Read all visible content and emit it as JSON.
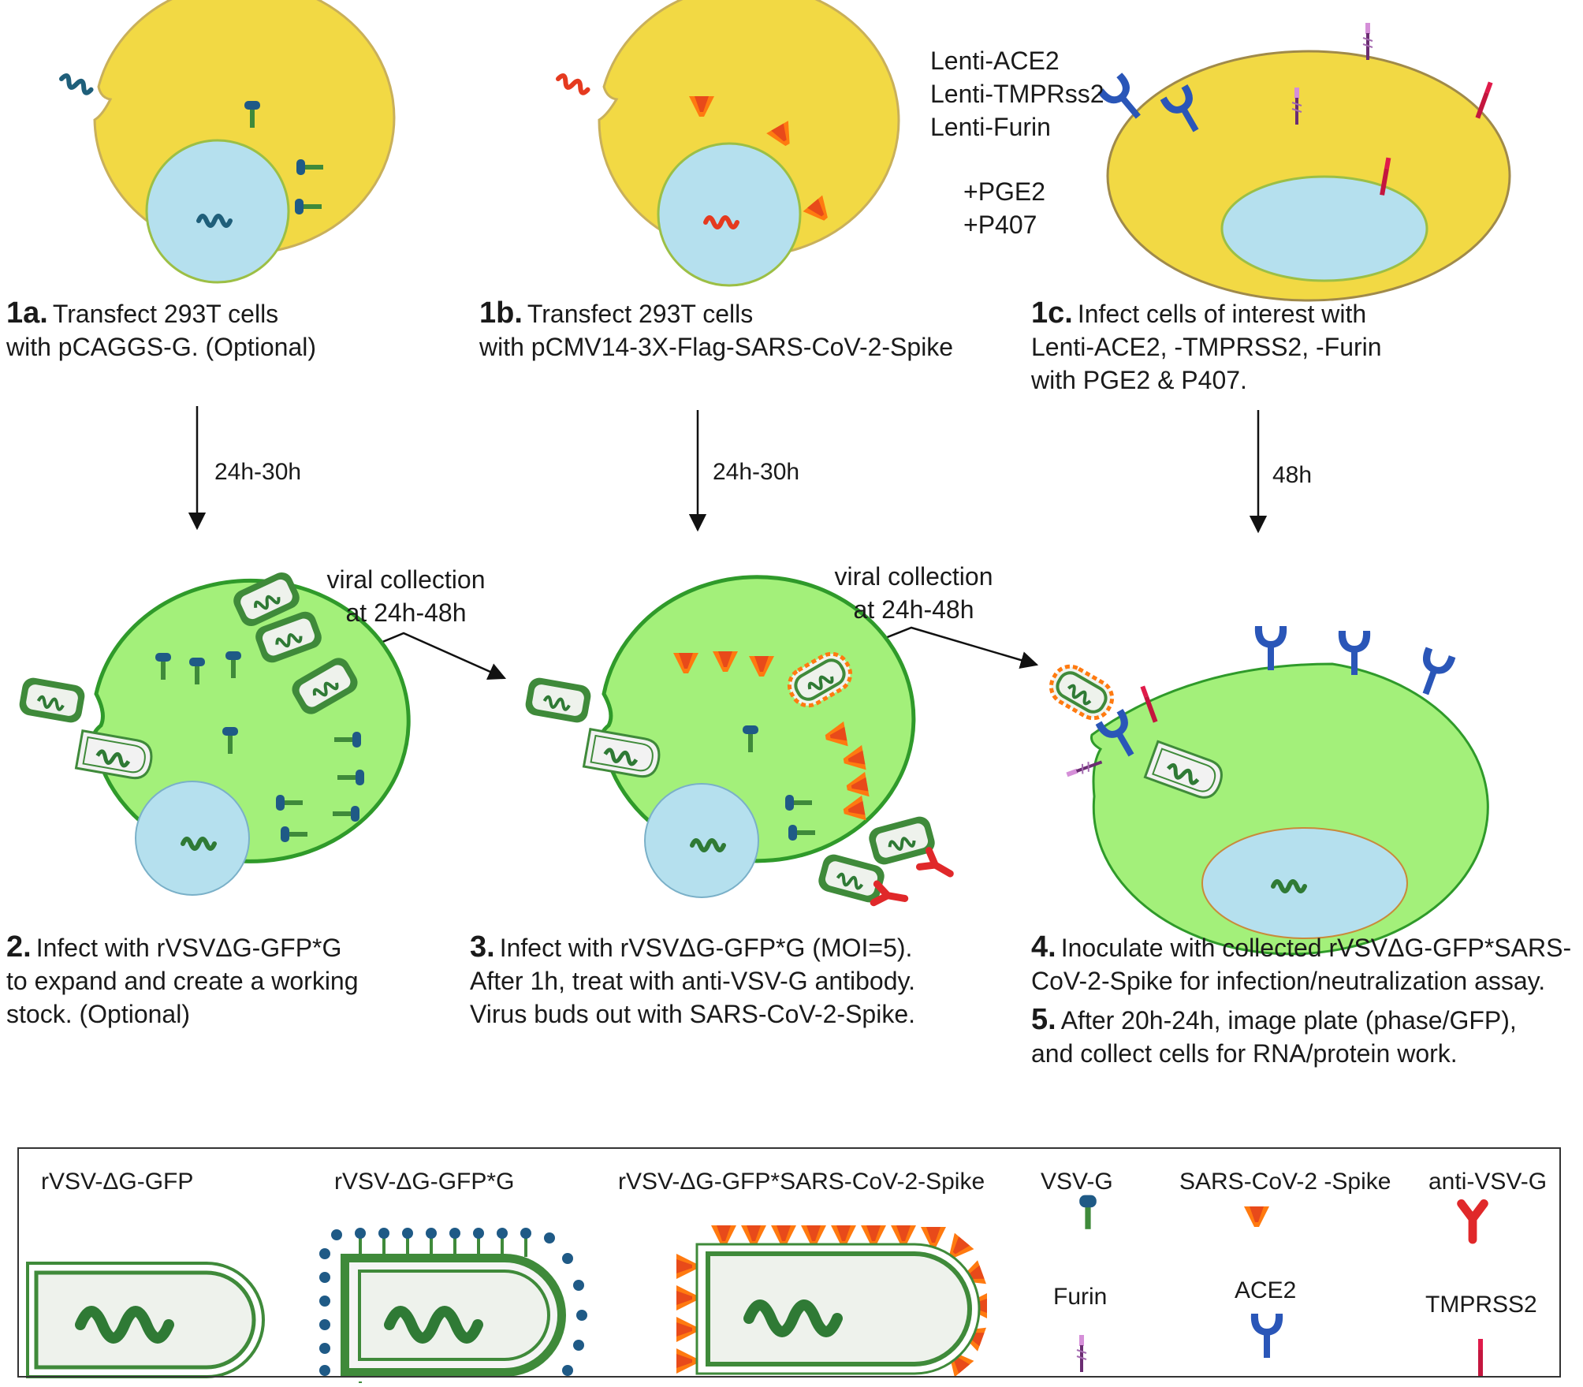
{
  "colors": {
    "cell_yellow": "#f2d944",
    "cell_green": "#a3f07a",
    "cell_green_border": "#2f9a2a",
    "nucleus": "#b5e0ee",
    "rna_dark_blue": "#1f5f7a",
    "rna_red": "#e53a1f",
    "rna_green": "#2f7a35",
    "vsv_g_head": "#1f5a86",
    "vsv_g_stalk": "#3f8a3a",
    "spike_orange": "#ff7a10",
    "spike_red": "#e84a1a",
    "ace2_blue": "#2a56b8",
    "furin_pink": "#d58fd8",
    "tmprss2_red": "#e01b4a",
    "anti_vsv_red": "#e0282a"
  },
  "panel_1a": {
    "step": "1a.",
    "lines": [
      "Transfect 293T cells",
      "with pCAGGS-G. (Optional)"
    ]
  },
  "panel_1b": {
    "step": "1b.",
    "lines": [
      "Transfect 293T cells",
      "with pCMV14-3X-Flag-SARS-CoV-2-Spike"
    ]
  },
  "panel_1c": {
    "step": "1c.",
    "lines": [
      "Infect cells of interest with",
      "Lenti-ACE2, -TMPRSS2, -Furin",
      "with PGE2 & P407."
    ],
    "lentis": [
      "Lenti-ACE2",
      "Lenti-TMPRss2",
      "Lenti-Furin"
    ],
    "additives": [
      "+PGE2",
      "+P407"
    ]
  },
  "arrows": {
    "a1": "24h-30h",
    "a2": "24h-30h",
    "a3": "48h"
  },
  "collection": {
    "c1": [
      "viral collection",
      "at 24h-48h"
    ],
    "c2": [
      "viral collection",
      "at 24h-48h"
    ]
  },
  "panel_2": {
    "step": "2.",
    "lines": [
      "Infect with rVSVΔG-GFP*G",
      "to expand and create a working",
      "stock. (Optional)"
    ]
  },
  "panel_3": {
    "step": "3.",
    "lines": [
      "Infect with rVSVΔG-GFP*G (MOI=5).",
      "After 1h, treat with anti-VSV-G antibody.",
      "Virus buds out with SARS-CoV-2-Spike."
    ]
  },
  "panel_4": {
    "step": "4.",
    "lines": [
      "Inoculate with collected rVSVΔG-GFP*SARS-",
      "CoV-2-Spike for infection/neutralization assay."
    ]
  },
  "panel_5": {
    "step": "5.",
    "lines": [
      "After 20h-24h, image plate (phase/GFP),",
      "and collect cells for RNA/protein work."
    ]
  },
  "legend": {
    "virus_gfp": "rVSV-ΔG-GFP",
    "virus_gfp_g": "rVSV-ΔG-GFP*G",
    "virus_spike": "rVSV-ΔG-GFP*SARS-CoV-2-Spike",
    "vsv_g": "VSV-G",
    "spike": "SARS-CoV-2 -Spike",
    "anti_vsv_g": "anti-VSV-G",
    "furin": "Furin",
    "ace2": "ACE2",
    "tmprss2": "TMPRSS2"
  }
}
